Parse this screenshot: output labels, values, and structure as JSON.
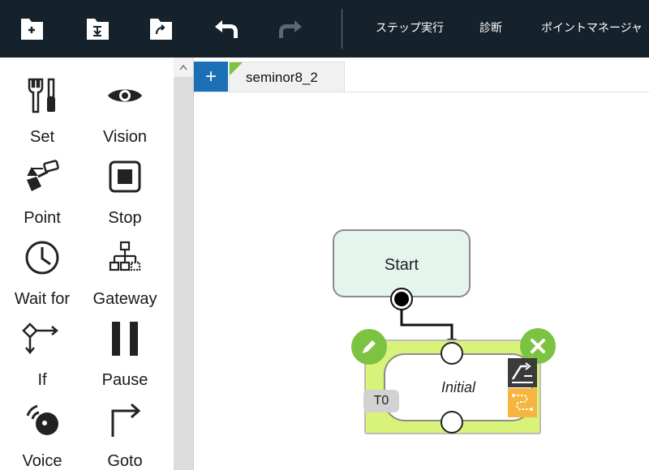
{
  "toolbar": {
    "buttons": [
      {
        "name": "new-flow-icon"
      },
      {
        "name": "save-flow-icon"
      },
      {
        "name": "open-flow-icon"
      },
      {
        "name": "undo-icon"
      },
      {
        "name": "redo-icon"
      }
    ],
    "step_run": "ステップ実行",
    "diagnosis": "診断",
    "point_manager": "ポイントマネージャ"
  },
  "palette": {
    "items": [
      {
        "label": "Set",
        "icon": "set-tools-icon"
      },
      {
        "label": "Vision",
        "icon": "vision-eye-icon"
      },
      {
        "label": "Point",
        "icon": "point-icon"
      },
      {
        "label": "Stop",
        "icon": "stop-icon"
      },
      {
        "label": "Wait for",
        "icon": "wait-clock-icon"
      },
      {
        "label": "Gateway",
        "icon": "gateway-icon"
      },
      {
        "label": "If",
        "icon": "if-branch-icon"
      },
      {
        "label": "Pause",
        "icon": "pause-icon"
      },
      {
        "label": "Voice",
        "icon": "voice-icon"
      },
      {
        "label": "Goto",
        "icon": "goto-arrow-icon"
      }
    ]
  },
  "tabs": {
    "add_label": "+",
    "items": [
      {
        "label": "seminor8_2"
      }
    ]
  },
  "flow": {
    "start_label": "Start",
    "step_label": "Initial",
    "step_tag": "T0"
  },
  "colors": {
    "toolbar_bg": "#15212b",
    "accent_blue": "#1a6fb5",
    "accent_green": "#7cc342",
    "step_frame": "#d8f27a",
    "start_fill": "#e3f5ec",
    "path_icon": "#f6b53f"
  }
}
